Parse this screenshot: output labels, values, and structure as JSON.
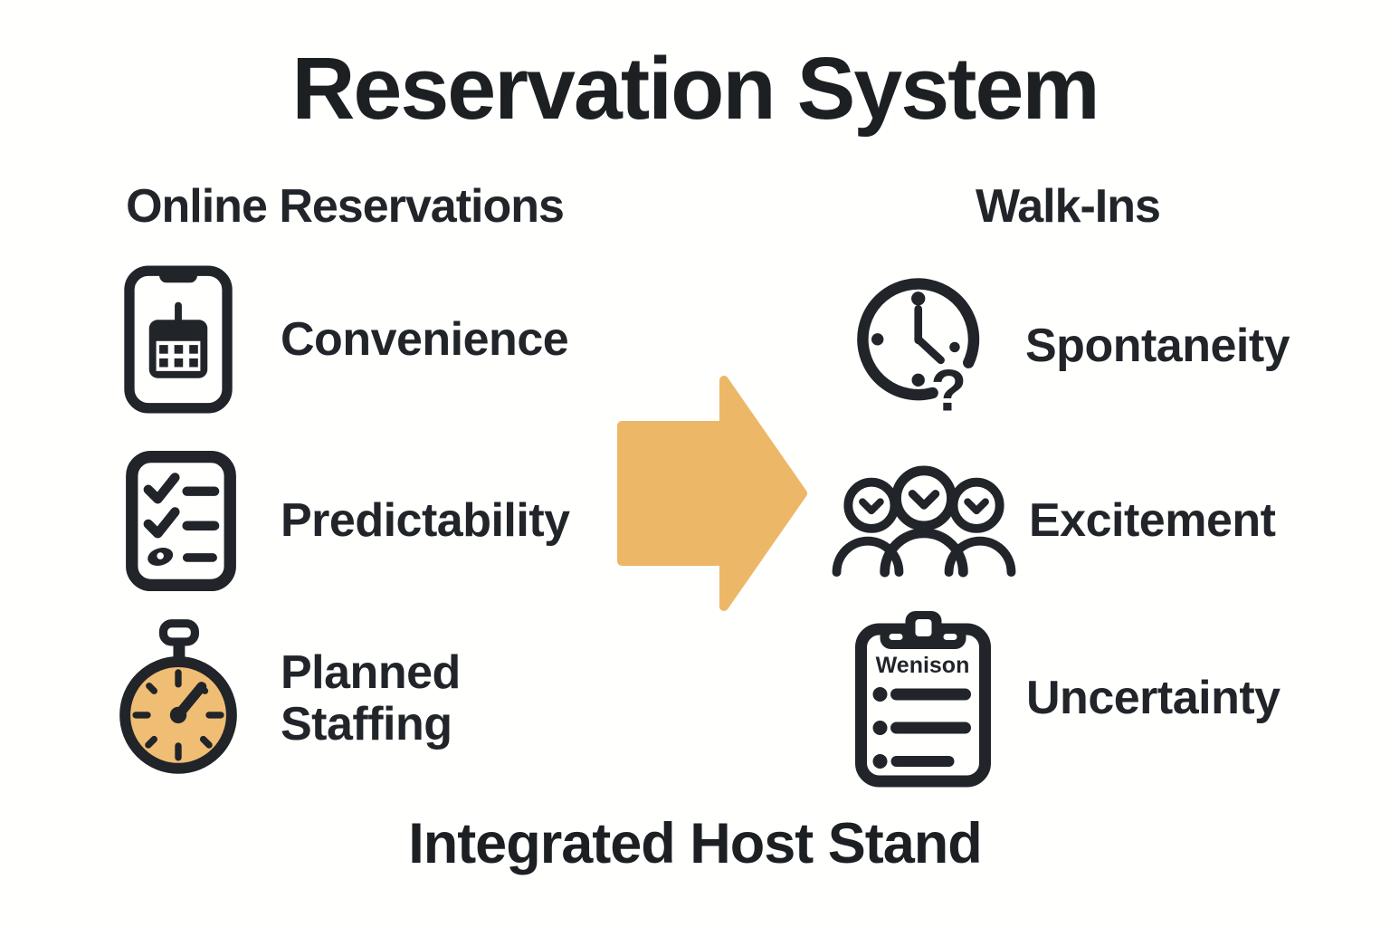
{
  "title": "Reservation System",
  "footer": "Integrated Host Stand",
  "arrow": {
    "direction": "right",
    "color": "#EDB768"
  },
  "colors": {
    "background": "#FFFFFE",
    "ink": "#212429",
    "accent": "#EDB768",
    "stopwatch_face": "#EFBD74"
  },
  "columns": {
    "left": {
      "header": "Online Reservations",
      "items": [
        {
          "label": "Convenience",
          "icon": "phone-calendar-icon"
        },
        {
          "label": "Predictability",
          "icon": "checklist-icon"
        },
        {
          "label": "Planned Staffing",
          "icon": "stopwatch-icon"
        }
      ]
    },
    "right": {
      "header": "Walk-Ins",
      "items": [
        {
          "label": "Spontaneity",
          "icon": "clock-question-icon",
          "icon_text": "?"
        },
        {
          "label": "Excitement",
          "icon": "people-group-icon"
        },
        {
          "label": "Uncertainty",
          "icon": "clipboard-list-icon",
          "icon_text": "Wenison"
        }
      ]
    }
  }
}
